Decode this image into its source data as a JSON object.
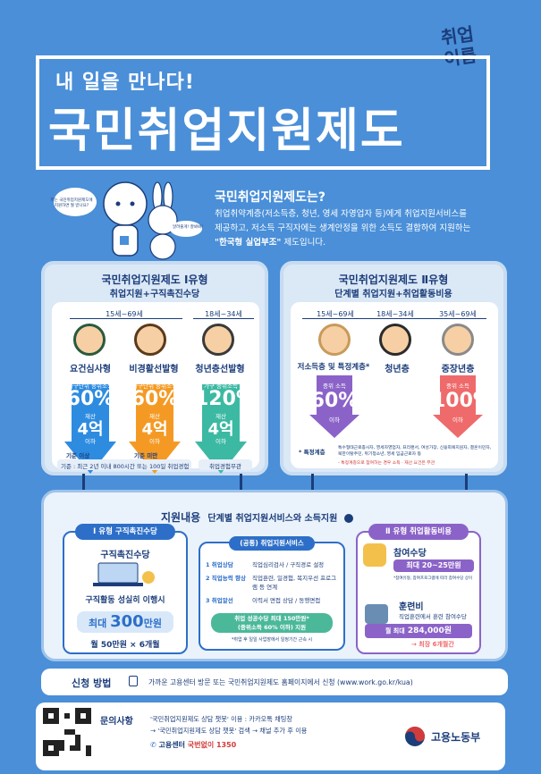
{
  "header": {
    "subtitle": "내 일을 만나다!",
    "title": "국민취업지원제도",
    "logo_line1": "취업",
    "logo_line2": "이룸"
  },
  "intro": {
    "question": "국민취업지원제도는?",
    "text1": "취업취약계층(저소득층, 청년, 영세 자영업자 등)에게 취업지원서비스를",
    "text2": "제공하고, 저소득 구직자에는 생계안정을 위한 소득도 결합하여 지원하는",
    "text3_bold": "\"한국형 실업부조\"",
    "text3_rest": " 제도입니다.",
    "bubble1": "저는 국민취업지원제도에 지원하면 뭘 받나요?",
    "bubble2": "알려줄게! 잘봐봐!"
  },
  "type1": {
    "title": "국민취업지원제도 Ⅰ유형",
    "subtitle": "취업지원+구직촉진수당",
    "age_a": "15세~69세",
    "age_b": "18세~34세",
    "cols": [
      {
        "label": "요건심사형",
        "tag": "가구단위 중위소득",
        "pct": "60%",
        "mid": "재산",
        "amt": "4억",
        "tail": "이하",
        "color": "#2d8ce0"
      },
      {
        "label": "비경활선발형",
        "tag": "가구단위 중위소득",
        "pct": "60%",
        "mid": "재산",
        "amt": "4억",
        "tail": "이하",
        "color": "#f49a24"
      },
      {
        "label": "청년층선발형",
        "tag": "가구 중위소득",
        "pct": "120%",
        "mid": "재산",
        "amt": "4억",
        "tail": "이하",
        "color": "#3cb9a3"
      }
    ],
    "cond_a": "기준 이상",
    "cond_b": "기준 미만",
    "footnote": "기준 : 최근 2년 이내 800시간 또는 100일 취업경험",
    "footnote2": "취업경험무관"
  },
  "type2": {
    "title": "국민취업지원제도 Ⅱ유형",
    "subtitle": "단계별 취업지원+취업활동비용",
    "age_a": "15세~69세",
    "age_b": "18세~34세",
    "age_c": "35세~69세",
    "cols": [
      {
        "label": "저소득층 및 특정계층*",
        "tag": "중위 소득",
        "pct": "60%",
        "tail": "이하",
        "color": "#8b63c8"
      },
      {
        "label": "청년층",
        "tag": "",
        "pct": "",
        "tail": "",
        "color": "#ffffff"
      },
      {
        "label": "중장년층",
        "tag": "중위 소득",
        "pct": "100%",
        "tail": "이하",
        "color": "#ef6a6a"
      }
    ],
    "note_label": "* 특정계층",
    "note_text": "특수형태근로종사자, 영세자영업자, 프리랜서, 여성가장, 신용회복지원자, 결혼이민자, 북한이탈주민, 위기청소년, 영세 임금근로자 등",
    "note_text2": "- 특정계층으로 참여하는 경우 소득 · 재산 요건은 무관"
  },
  "support": {
    "title": "지원내용",
    "title2": "단계별 취업지원서비스와 소득지원",
    "left_head": "Ⅰ 유형 구직촉진수당",
    "left_title": "구직촉진수당",
    "left_desc": "구직활동 성실히 이행시",
    "left_max_pre": "최대",
    "left_max_num": "300",
    "left_max_unit": "만원",
    "left_detail": "월 50만원 × 6개월",
    "center_head": "(공통) 취업지원서비스",
    "services": [
      {
        "num": "1",
        "name": "취업상담",
        "desc": "직업심리검사 / 구직경로 설정"
      },
      {
        "num": "2",
        "name": "직업능력 향상",
        "desc": "직업훈련, 일경험, 복지우선 프로그램 등 연계"
      },
      {
        "num": "3",
        "name": "취업알선",
        "desc": "이력서 면접 상담 / 동행면접"
      }
    ],
    "center_pill1": "취업 성공수당 최대 150만원*",
    "center_pill2": "(중위소득 60% 이하) 지원",
    "center_note": "*취업 후 일일 사업장에서 일정기간 근속 시",
    "right_head": "Ⅱ 유형 취업활동비용",
    "right_t1": "참여수당",
    "right_t1_val": "최대 20~25만원",
    "right_t1_note": "*참여유형, 참여프로그램에 따라 참여수당 상이",
    "right_t2": "훈련비",
    "right_t2_desc": "직업훈련에서 훈련 참여수당",
    "right_t2_val_pre": "월 최대",
    "right_t2_val": "284,000원",
    "right_t2_note": "→ 최장 6개월간"
  },
  "apply": {
    "label": "신청 방법",
    "text": "가까운 고용센터 방문 또는 국민취업지원제도 홈페이지에서 신청 (www.work.go.kr/kua)"
  },
  "contact": {
    "label": "문의사항",
    "line1": "'국민취업지원제도 상담 챗봇' 이용 : 카카오톡 채팅창",
    "line2": "→ '국민취업지원제도 상담 챗봇' 검색 → 채널 추가 후 이용",
    "center_label": "고용센터",
    "center_num": "국번없이 1350",
    "ministry": "고용노동부"
  }
}
